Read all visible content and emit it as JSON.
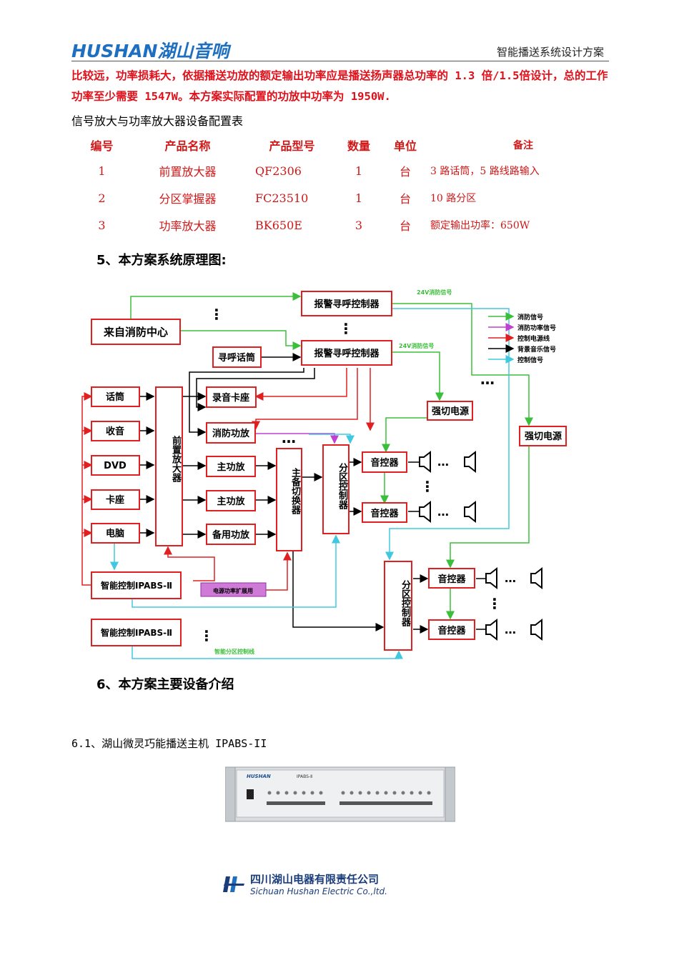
{
  "header": {
    "logo_text": "HUSHAN湖山音响",
    "title": "智能播送系统设计方案"
  },
  "intro_paragraph": "比较远，功率损耗大，依据播送功放的额定输出功率应是播送扬声器总功率的 1.3 倍/1.5倍设计，总的工作功率至少需要 1547W。本方案实际配置的功放中功率为 1950W.",
  "table": {
    "title": "信号放大与功率放大器设备配置表",
    "headers": [
      "编号",
      "产品名称",
      "产品型号",
      "数量",
      "单位",
      "备注"
    ],
    "rows": [
      [
        "1",
        "前置放大器",
        "QF2306",
        "1",
        "台",
        "3 路话筒，5 路线路输入"
      ],
      [
        "2",
        "分区掌握器",
        "FC23510",
        "1",
        "台",
        "10 路分区"
      ],
      [
        "3",
        "功率放大器",
        "BK650E",
        "3",
        "台",
        "额定输出功率：650W"
      ]
    ]
  },
  "section5_title": "5、本方案系统原理图:",
  "diagram": {
    "legend": [
      {
        "label": "消防信号",
        "color": "#3bbf3b"
      },
      {
        "label": "消防功率信号",
        "color": "#c040d0"
      },
      {
        "label": "控制电源线",
        "color": "#e02020"
      },
      {
        "label": "背景音乐信号",
        "color": "#000000"
      },
      {
        "label": "控制信号",
        "color": "#40c8e0"
      }
    ],
    "labels": {
      "fire_center": "来自消防中心",
      "alarm1": "报警寻呼控制器",
      "alarm2": "报警寻呼控制器",
      "paging_mic": "寻呼话筒",
      "signal_24v_1": "24V消防信号",
      "signal_24v_2": "24V消防信号",
      "mic": "话筒",
      "radio": "收音",
      "dvd": "DVD",
      "deck": "卡座",
      "pc": "电脑",
      "preamp": "前置放大器",
      "recorder": "录音卡座",
      "fire_amp": "消防功放",
      "main_amp1": "主功放",
      "main_amp2": "主功放",
      "backup_amp": "备用功放",
      "switcher": "主备切换器",
      "zone1": "分区控制器",
      "zone2": "分区控制器",
      "power1": "强切电源",
      "power2": "强切电源",
      "vol1": "音控器",
      "vol2": "音控器",
      "vol3": "音控器",
      "vol4": "音控器",
      "ipabs1": "智能控制IPABS-Ⅱ",
      "ipabs2": "智能控制IPABS-Ⅱ",
      "power_ext": "电源功率扩展用",
      "zone_ctrl_line": "智能分区控制线"
    }
  },
  "section6_title": "6、本方案主要设备介绍",
  "section61_title": "6.1、湖山微灵巧能播送主机  IPABS-II",
  "device": {
    "brand": "HUSHAN",
    "model": "IPABS-Ⅱ"
  },
  "footer": {
    "company_cn": "四川湖山电器有限责任公司",
    "company_en": "Sichuan Hushan Electric Co.,ltd."
  }
}
